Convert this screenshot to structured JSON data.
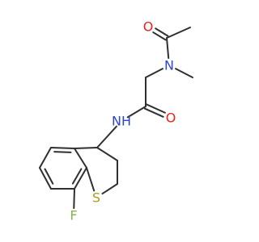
{
  "molecule": {
    "atoms": [
      {
        "id": "O1",
        "symbol": "O",
        "color": "#e8231a"
      },
      {
        "id": "N1",
        "symbol": "N",
        "color": "#2d44d6"
      },
      {
        "id": "O2",
        "symbol": "O",
        "color": "#e8231a"
      },
      {
        "id": "N2",
        "symbol": "NH",
        "color": "#2d44d6"
      },
      {
        "id": "S1",
        "symbol": "S",
        "color": "#b39a13"
      },
      {
        "id": "F1",
        "symbol": "F",
        "color": "#86b24a"
      }
    ],
    "bond_color": "#2f2f2f",
    "background": "#ffffff"
  }
}
